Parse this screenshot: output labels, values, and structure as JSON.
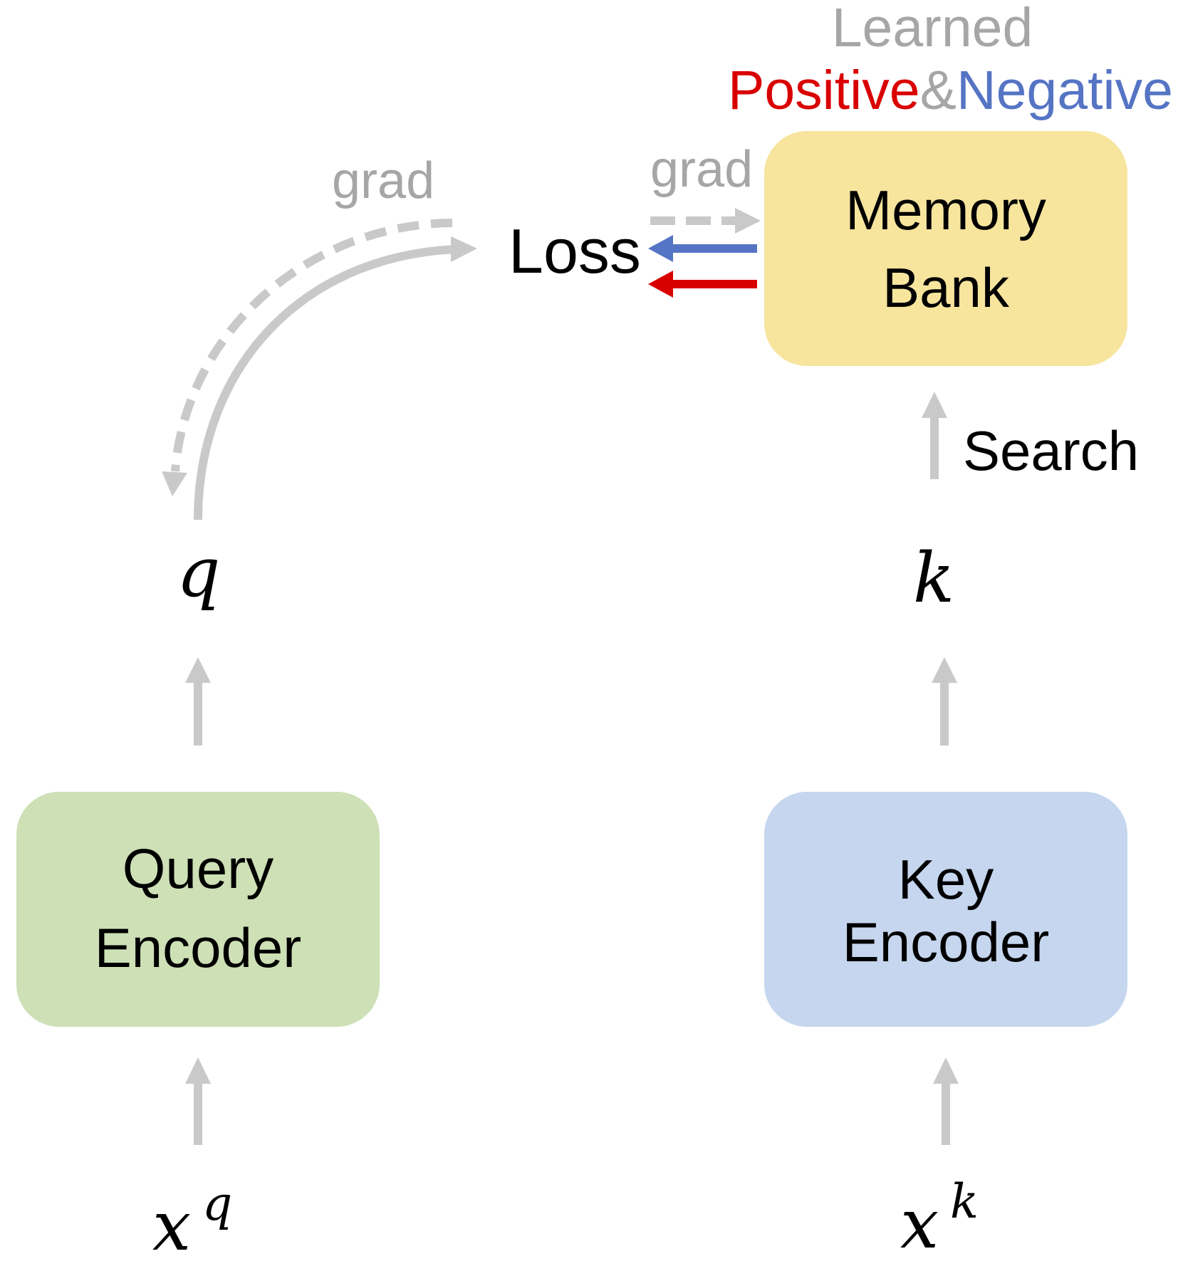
{
  "title_top": {
    "learned": "Learned",
    "positive": "Positive",
    "ampersand": "&",
    "negative": "Negative"
  },
  "nodes": {
    "memory_bank": {
      "line1": "Memory",
      "line2": "Bank"
    },
    "query_encoder": {
      "line1": "Query",
      "line2": "Encoder"
    },
    "key_encoder": {
      "line1": "Key",
      "line2": "Encoder"
    },
    "loss": "Loss"
  },
  "labels": {
    "grad_left": "grad",
    "grad_right": "grad",
    "search": "Search"
  },
  "math": {
    "q": "q",
    "k": "k",
    "xq_base": "x",
    "xq_sup": "q",
    "xk_base": "x",
    "xk_sup": "k"
  },
  "colors": {
    "positive": "#D90000",
    "negative": "#5574C4",
    "gray_text": "#A6A6A6",
    "arrow_gray": "#C9C9C9",
    "memory_fill": "#F7E59E",
    "query_fill": "#CEE0B6",
    "key_fill": "#C5D6EE"
  }
}
